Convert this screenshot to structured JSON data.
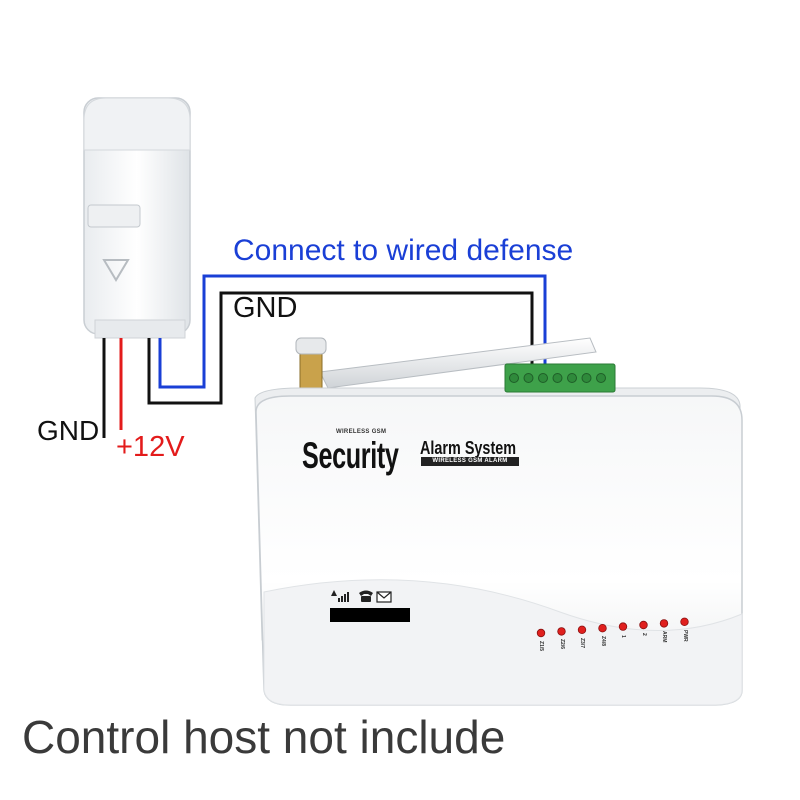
{
  "labels": {
    "connect": "Connect to wired defense",
    "gnd_wire": "GND",
    "gnd_sensor": "GND",
    "power": "+12V",
    "footer": "Control host not include"
  },
  "device": {
    "brand_small": "WIRELESS GSM",
    "brand_main": "Security",
    "brand_alarm": "Alarm System",
    "brand_sub": "WIRELESS GSM ALARM"
  },
  "status_icons": [
    "signal-icon",
    "phone-icon",
    "message-icon"
  ],
  "leds": [
    {
      "label": "Z1/5",
      "color": "#e0201e"
    },
    {
      "label": "Z2/6",
      "color": "#e0201e"
    },
    {
      "label": "Z3/7",
      "color": "#e0201e"
    },
    {
      "label": "Z4/8",
      "color": "#e0201e"
    },
    {
      "label": "1",
      "color": "#e0201e"
    },
    {
      "label": "2",
      "color": "#e0201e"
    },
    {
      "label": "ARM",
      "color": "#e0201e"
    },
    {
      "label": "PWR",
      "color": "#e0201e"
    }
  ],
  "colors": {
    "wire_blue": "#1a3fd6",
    "wire_black": "#111111",
    "wire_red": "#e31b1b",
    "terminal_green": "#3ea14a",
    "caption_gray": "#3a3a3a"
  }
}
